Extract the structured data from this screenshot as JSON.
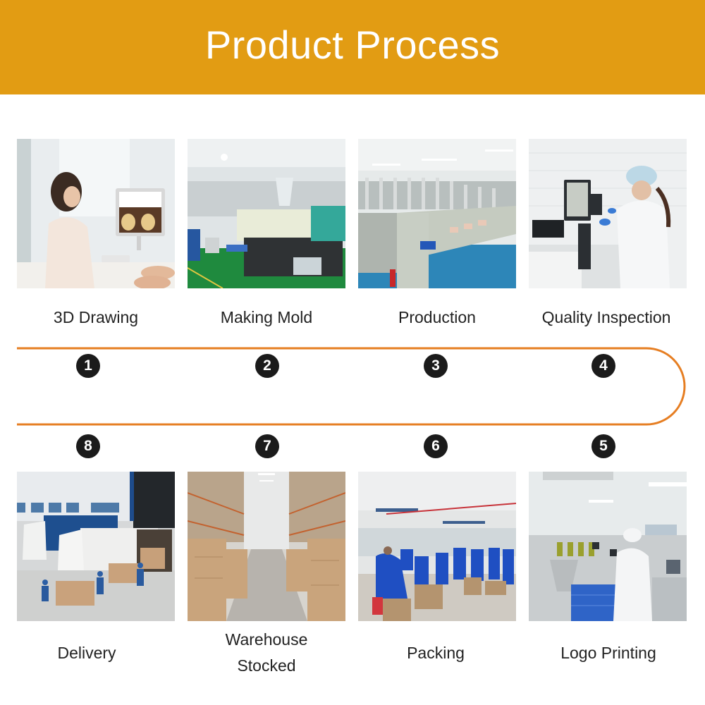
{
  "header": {
    "title": "Product Process",
    "background_color": "#e29c13",
    "text_color": "#ffffff"
  },
  "accent_color": "#e67e22",
  "steps": [
    {
      "number": "1",
      "label": "3D Drawing",
      "image": "woman-designing-3d-model-at-computer"
    },
    {
      "number": "2",
      "label": "Making Mold",
      "image": "injection-molding-machines-factory-floor"
    },
    {
      "number": "3",
      "label": "Production",
      "image": "production-line-pneumatic-press-machines"
    },
    {
      "number": "4",
      "label": "Quality Inspection",
      "image": "lab-technician-using-touchscreen-equipment"
    },
    {
      "number": "5",
      "label": "Logo Printing",
      "image": "worker-at-automated-printing-machine"
    },
    {
      "number": "6",
      "label": "Packing",
      "image": "workers-in-blue-packing-boxes"
    },
    {
      "number": "7",
      "label": "Warehouse Stocked",
      "label_lines": [
        "Warehouse",
        "Stocked"
      ],
      "image": "warehouse-aisle-with-stacked-cartons"
    },
    {
      "number": "8",
      "label": "Delivery",
      "image": "workers-loading-delivery-trucks"
    }
  ]
}
